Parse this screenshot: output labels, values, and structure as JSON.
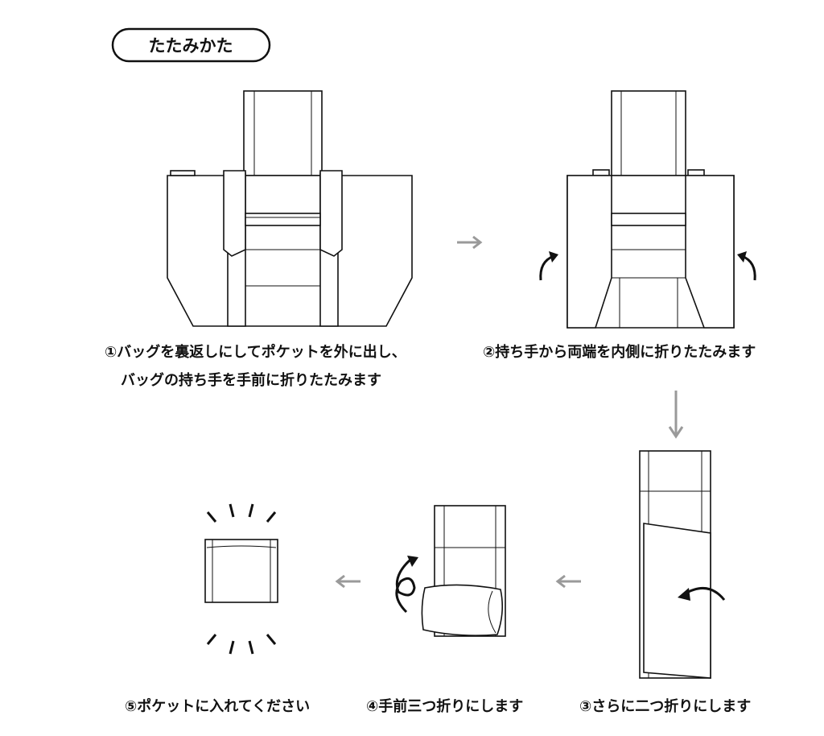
{
  "title": "たたみかた",
  "steps": [
    {
      "line1": "①バッグを裏返しにしてポケットを外に出し、",
      "line2": "バッグの持ち手を手前に折りたたみます"
    },
    {
      "line1": "②持ち手から両端を内側に折りたたみます"
    },
    {
      "line1": "③さらに二つ折りにします"
    },
    {
      "line1": "④手前三つ折りにします"
    },
    {
      "line1": "⑤ポケットに入れてください"
    }
  ],
  "colors": {
    "line": "#111111",
    "arrow": "#9a9a9a"
  }
}
